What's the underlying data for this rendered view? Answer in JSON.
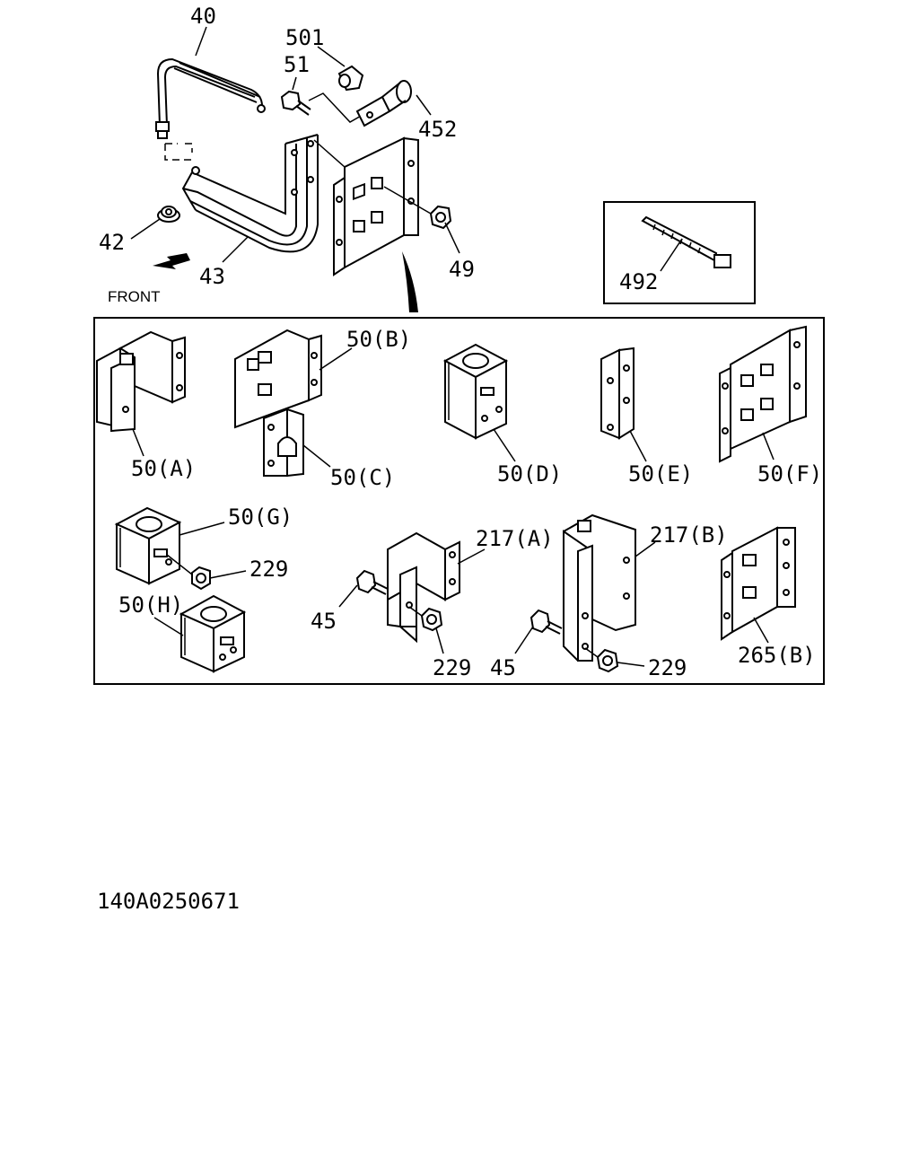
{
  "diagram_id": "140A0250671",
  "front_label": "FRONT",
  "callouts": {
    "c40": "40",
    "c501": "501",
    "c51": "51",
    "c452": "452",
    "c42": "42",
    "c43": "43",
    "c49": "49",
    "c492": "492",
    "c50a": "50(A)",
    "c50b": "50(B)",
    "c50c": "50(C)",
    "c50d": "50(D)",
    "c50e": "50(E)",
    "c50f": "50(F)",
    "c50g": "50(G)",
    "c50h": "50(H)",
    "c229a": "229",
    "c229b": "229",
    "c229c": "229",
    "c217a": "217(A)",
    "c217b": "217(B)",
    "c45a": "45",
    "c45b": "45",
    "c265b": "265(B)"
  }
}
